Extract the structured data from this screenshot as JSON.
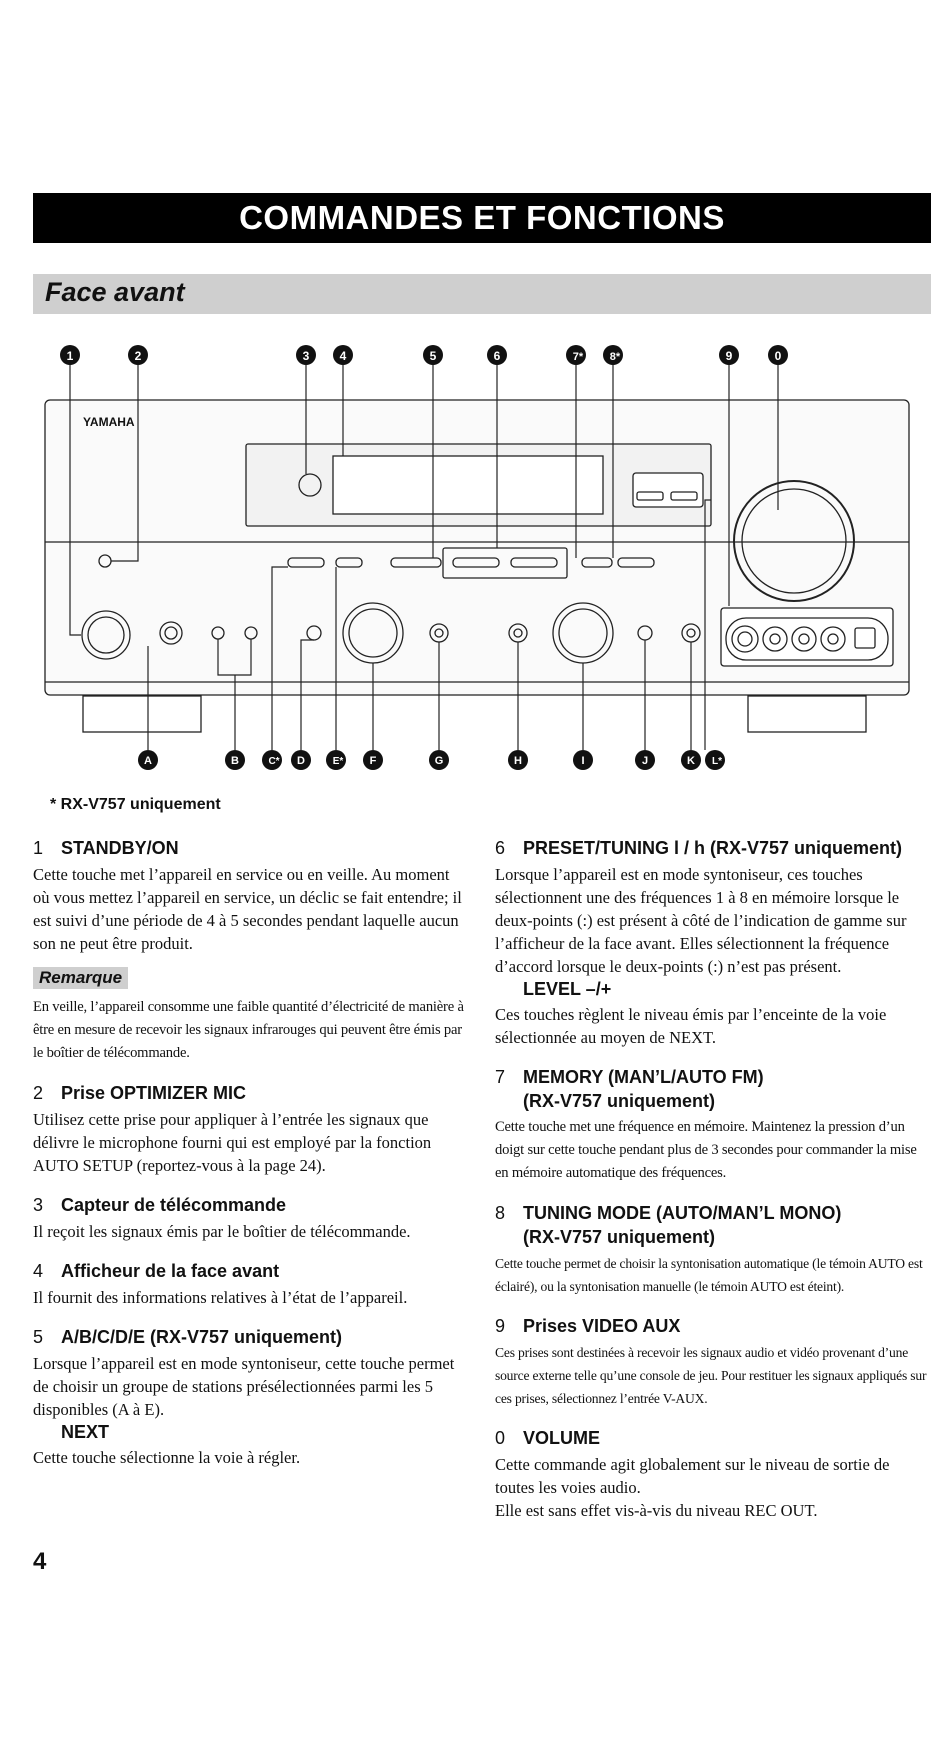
{
  "header": {
    "title": "COMMANDES ET FONCTIONS"
  },
  "section": {
    "title": "Face avant"
  },
  "diagram": {
    "brand": "YAMAHA",
    "footnote": "* RX-V757 uniquement",
    "callouts_top": [
      "1",
      "2",
      "3",
      "4",
      "5",
      "6",
      "7*",
      "8*",
      "9",
      "0"
    ],
    "callouts_bottom": [
      "A",
      "B",
      "C*",
      "D",
      "E*",
      "F",
      "G",
      "H",
      "I",
      "J",
      "K",
      "L*"
    ]
  },
  "left": {
    "item1": {
      "num": "1",
      "title": "STANDBY/ON",
      "body": "Cette touche met l’appareil en service ou en veille. Au moment où vous mettez l’appareil en service, un déclic se fait entendre; il est suivi d’une période de 4 à 5 secondes pendant laquelle aucun son ne peut être produit."
    },
    "remark": {
      "label": "Remarque",
      "body": "En veille, l’appareil consomme une faible quantité d’électricité de manière à être en mesure de recevoir les signaux infrarouges qui peuvent être émis par le boîtier de télécommande."
    },
    "item2": {
      "num": "2",
      "title": "Prise OPTIMIZER MIC",
      "body": "Utilisez cette prise pour appliquer à l’entrée les signaux que délivre le microphone fourni qui est employé par la fonction AUTO SETUP (reportez-vous à la page 24)."
    },
    "item3": {
      "num": "3",
      "title": "Capteur de télécommande",
      "body": "Il reçoit les signaux émis par le boîtier de télécommande."
    },
    "item4": {
      "num": "4",
      "title": "Afficheur de la face avant",
      "body": "Il fournit des informations relatives à l’état de l’appareil."
    },
    "item5": {
      "num": "5",
      "title": "A/B/C/D/E (RX-V757 uniquement)",
      "body": "Lorsque l’appareil est en mode syntoniseur, cette touche permet de choisir un groupe de stations présélectionnées parmi les 5 disponibles (A à E).",
      "sub_title": "NEXT",
      "sub_body": "Cette touche sélectionne la voie à régler."
    }
  },
  "right": {
    "item6": {
      "num": "6",
      "title": "PRESET/TUNING l  / h  (RX-V757 uniquement)",
      "body": "Lorsque l’appareil est en mode syntoniseur, ces touches sélectionnent une des fréquences 1 à 8 en mémoire lorsque le deux-points (:) est présent à côté de l’indication de gamme sur l’afficheur de la face avant. Elles sélectionnent la fréquence d’accord lorsque le deux-points (:) n’est pas présent.",
      "sub_title": "LEVEL –/+",
      "sub_body": "Ces touches règlent le niveau émis par l’enceinte de la voie sélectionnée au moyen de NEXT."
    },
    "item7": {
      "num": "7",
      "title": "MEMORY (MAN’L/AUTO FM)",
      "title2": "(RX-V757 uniquement)",
      "body": "Cette touche met une fréquence en mémoire. Maintenez la pression d’un doigt sur cette touche pendant plus de 3 secondes pour commander la mise en mémoire automatique des fréquences."
    },
    "item8": {
      "num": "8",
      "title": "TUNING MODE (AUTO/MAN’L MONO)",
      "title2": "(RX-V757 uniquement)",
      "body": "Cette touche permet de choisir la syntonisation automatique (le témoin AUTO est éclairé), ou la syntonisation manuelle (le témoin AUTO est éteint)."
    },
    "item9": {
      "num": "9",
      "title": "Prises VIDEO AUX",
      "body": "Ces prises sont destinées à recevoir les signaux audio et vidéo provenant d’une source externe telle qu’une console de jeu. Pour restituer les signaux appliqués sur ces prises, sélectionnez l’entrée V-AUX."
    },
    "item0": {
      "num": "0",
      "title": "VOLUME",
      "body": "Cette commande agit globalement sur le niveau de sortie de toutes les voies audio.",
      "body2": "Elle est sans effet vis-à-vis du niveau REC OUT."
    }
  },
  "footer": {
    "page_number": "4"
  }
}
